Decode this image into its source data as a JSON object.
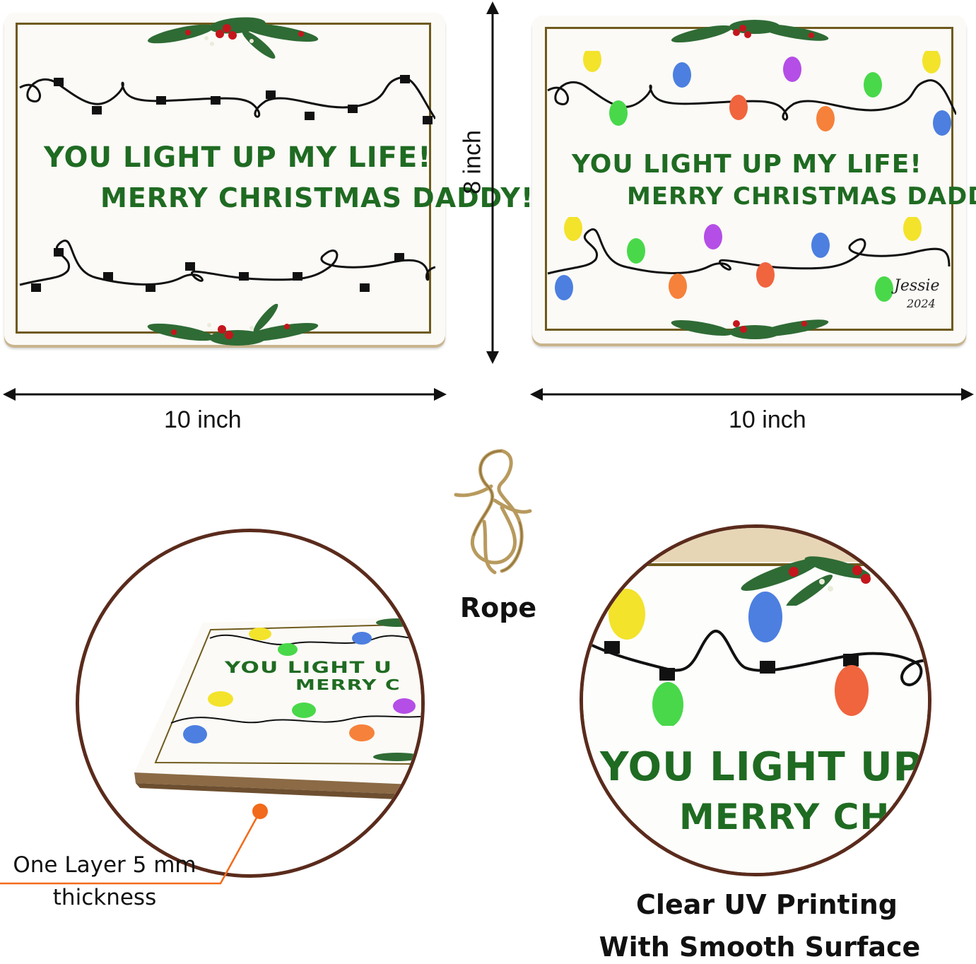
{
  "sign_left": {
    "line1": "YOU LIGHT UP MY LIFE!",
    "line2": "MERRY CHRISTMAS DADDY!"
  },
  "sign_right": {
    "line1": "YOU LIGHT UP MY LIFE!",
    "line2": "MERRY CHRISTMAS DADDY!",
    "signature_name": "Jessie",
    "signature_year": "2024"
  },
  "dimensions": {
    "height_label": "8 inch",
    "width_left_label": "10 inch",
    "width_right_label": "10 inch"
  },
  "rope_label": "Rope",
  "detail_left": {
    "text_line1": "YOU LIGHT U",
    "text_line2": "MERRY C",
    "caption_line1": "One Layer 5 mm",
    "caption_line2": "thickness"
  },
  "detail_right": {
    "text_line1": "YOU LIGHT UP MY",
    "text_line2": "MERRY CHRI",
    "caption_line1": "Clear UV Printing",
    "caption_line2": "With Smooth Surface"
  },
  "colors": {
    "text_green": "#1f6b22",
    "frame_gold": "#6f5a1c",
    "circle_border": "#5a2b1c",
    "pointer_orange": "#f26a1b",
    "bulb_yellow": "#f3e32b",
    "bulb_blue": "#4c7fe0",
    "bulb_purple": "#b44ee6",
    "bulb_green": "#49d84a",
    "bulb_orange": "#f6813a",
    "bulb_red": "#f0643e"
  }
}
